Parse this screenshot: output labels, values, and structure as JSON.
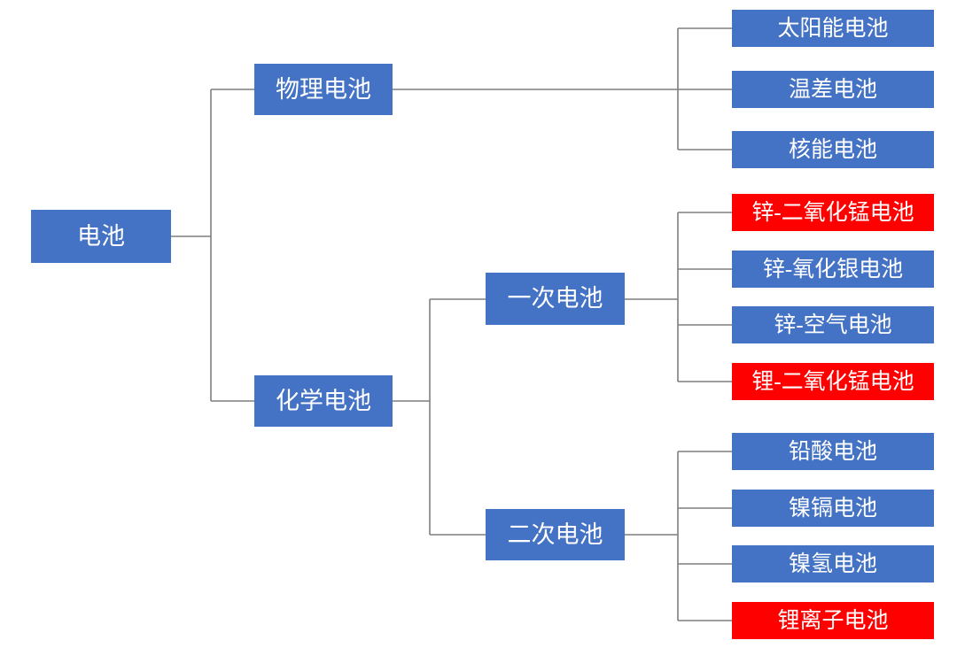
{
  "colors": {
    "node_blue": "#4472C4",
    "node_red": "#FF0000",
    "label_text": "#FFFFFF",
    "connector": "#7F7F7F"
  },
  "tree": {
    "label": "电池",
    "variant": "blue",
    "children": [
      {
        "label": "物理电池",
        "variant": "blue",
        "children": [
          {
            "label": "太阳能电池",
            "variant": "blue"
          },
          {
            "label": "温差电池",
            "variant": "blue"
          },
          {
            "label": "核能电池",
            "variant": "blue"
          }
        ]
      },
      {
        "label": "化学电池",
        "variant": "blue",
        "children": [
          {
            "label": "一次电池",
            "variant": "blue",
            "children": [
              {
                "label": "锌-二氧化锰电池",
                "variant": "red"
              },
              {
                "label": "锌-氧化银电池",
                "variant": "blue"
              },
              {
                "label": "锌-空气电池",
                "variant": "blue"
              },
              {
                "label": "锂-二氧化锰电池",
                "variant": "red"
              }
            ]
          },
          {
            "label": "二次电池",
            "variant": "blue",
            "children": [
              {
                "label": "铅酸电池",
                "variant": "blue"
              },
              {
                "label": "镍镉电池",
                "variant": "blue"
              },
              {
                "label": "镍氢电池",
                "variant": "blue"
              },
              {
                "label": "锂离子电池",
                "variant": "red"
              }
            ]
          }
        ]
      }
    ]
  }
}
